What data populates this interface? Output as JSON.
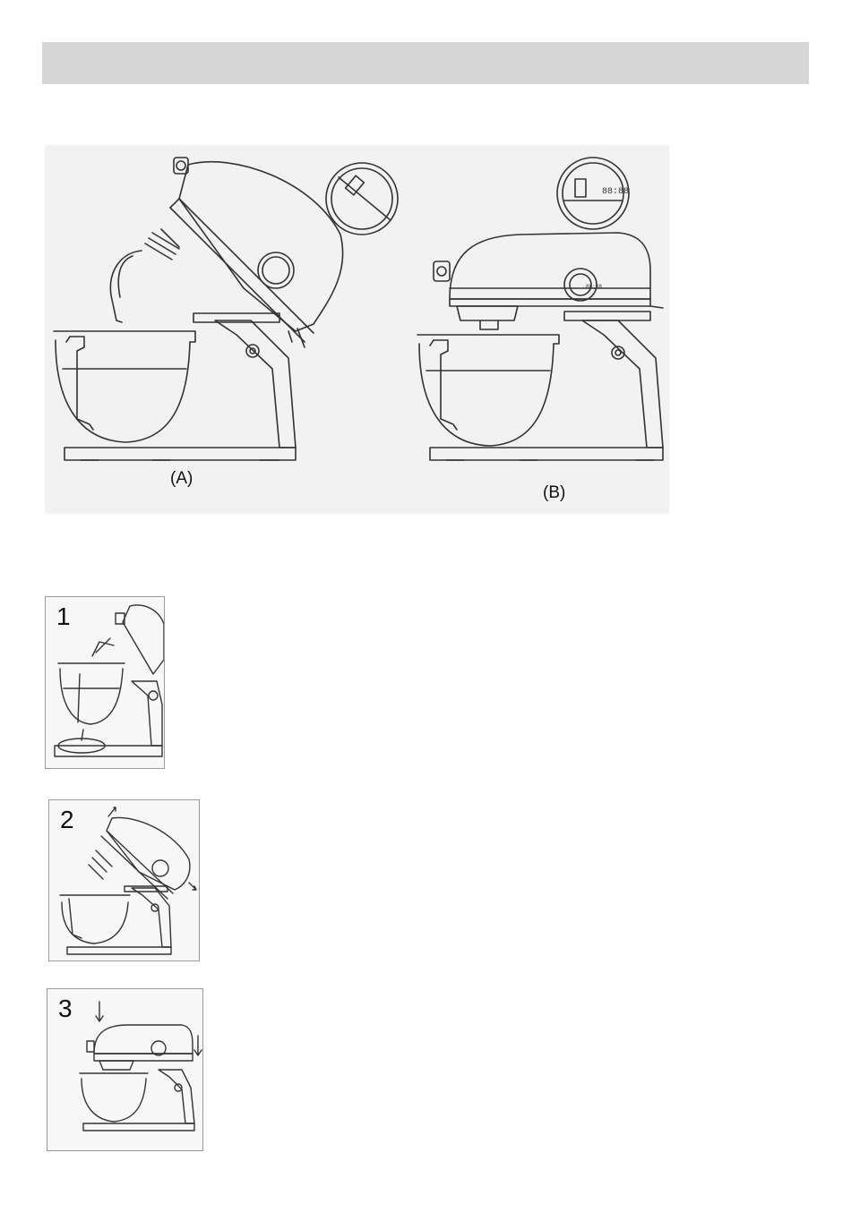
{
  "header": {
    "text": ""
  },
  "figure": {
    "label_a": "(A)",
    "label_b": "(B)",
    "display_time": "88:88"
  },
  "steps": [
    {
      "number": "1"
    },
    {
      "number": "2"
    },
    {
      "number": "3"
    }
  ]
}
